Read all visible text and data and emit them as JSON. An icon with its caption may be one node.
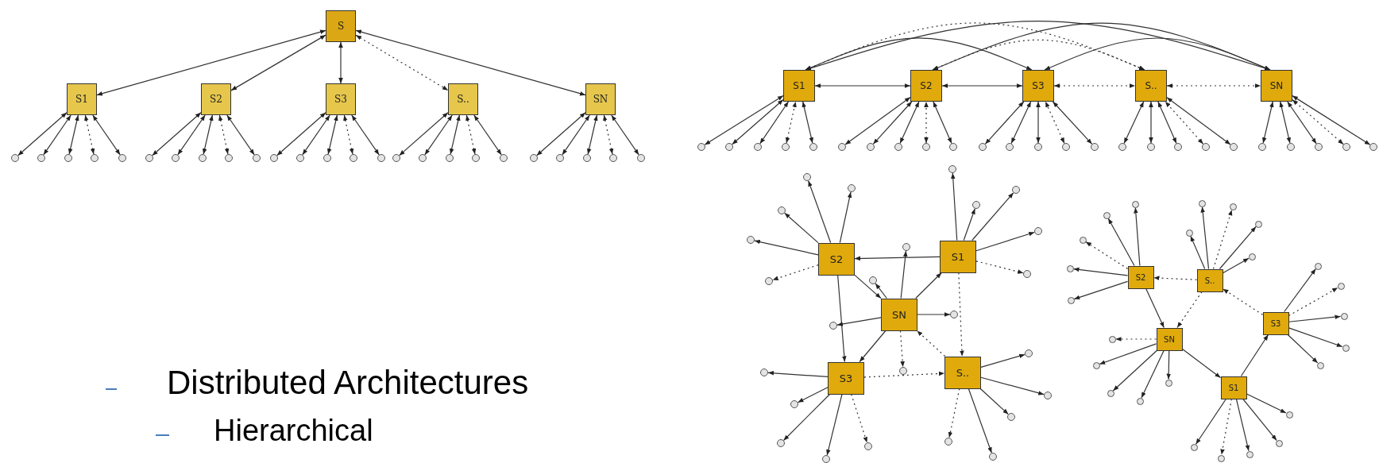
{
  "diagram": {
    "nodes": [
      {
        "text": [
          "S"
        ]
      },
      {
        "text": [
          "S1"
        ]
      },
      {
        "text": [
          "S2"
        ]
      },
      {
        "text": [
          "S3"
        ]
      },
      {
        "text": [
          "S.."
        ]
      },
      {
        "text": [
          "SN"
        ]
      },
      {
        "text": [],
        "shape": "circle"
      },
      {
        "text": [],
        "shape": "circle"
      },
      {
        "text": [],
        "shape": "circle"
      },
      {
        "text": [],
        "shape": "circle"
      },
      {
        "text": [],
        "shape": "circle"
      },
      {
        "text": [],
        "shape": "circle"
      },
      {
        "text": [],
        "shape": "circle"
      },
      {
        "text": [],
        "shape": "circle"
      },
      {
        "text": [],
        "shape": "circle"
      },
      {
        "text": [],
        "shape": "circle"
      },
      {
        "text": [],
        "shape": "circle"
      },
      {
        "text": [],
        "shape": "circle"
      },
      {
        "text": [],
        "shape": "circle"
      },
      {
        "text": [],
        "shape": "circle"
      },
      {
        "text": [],
        "shape": "circle"
      },
      {
        "text": [],
        "shape": "circle"
      },
      {
        "text": [],
        "shape": "circle"
      },
      {
        "text": [],
        "shape": "circle"
      },
      {
        "text": [],
        "shape": "circle"
      },
      {
        "text": [],
        "shape": "circle"
      },
      {
        "text": [],
        "shape": "circle"
      },
      {
        "text": [],
        "shape": "circle"
      },
      {
        "text": [],
        "shape": "circle"
      },
      {
        "text": [],
        "shape": "circle"
      },
      {
        "text": [],
        "shape": "circle"
      },
      {
        "text": [
          "S1"
        ]
      },
      {
        "text": [
          "S2"
        ]
      },
      {
        "text": [
          "S3"
        ]
      },
      {
        "text": [
          "S.."
        ]
      },
      {
        "text": [
          "SN"
        ]
      },
      {
        "text": [],
        "shape": "circle"
      },
      {
        "text": [],
        "shape": "circle"
      },
      {
        "text": [],
        "shape": "circle"
      },
      {
        "text": [],
        "shape": "circle"
      },
      {
        "text": [],
        "shape": "circle"
      },
      {
        "text": [],
        "shape": "circle"
      },
      {
        "text": [],
        "shape": "circle"
      },
      {
        "text": [],
        "shape": "circle"
      },
      {
        "text": [],
        "shape": "circle"
      },
      {
        "text": [],
        "shape": "circle"
      },
      {
        "text": [],
        "shape": "circle"
      },
      {
        "text": [],
        "shape": "circle"
      },
      {
        "text": [],
        "shape": "circle"
      },
      {
        "text": [],
        "shape": "circle"
      },
      {
        "text": [],
        "shape": "circle"
      },
      {
        "text": [],
        "shape": "circle"
      },
      {
        "text": [],
        "shape": "circle"
      },
      {
        "text": [],
        "shape": "circle"
      },
      {
        "text": [],
        "shape": "circle"
      },
      {
        "text": [],
        "shape": "circle"
      },
      {
        "text": [],
        "shape": "circle"
      },
      {
        "text": [],
        "shape": "circle"
      },
      {
        "text": [],
        "shape": "circle"
      },
      {
        "text": [],
        "shape": "circle"
      },
      {
        "text": [],
        "shape": "circle"
      },
      {
        "text": [
          "S2"
        ]
      },
      {
        "text": [
          "S1"
        ]
      },
      {
        "text": [
          "SN"
        ]
      },
      {
        "text": [
          "S3"
        ]
      },
      {
        "text": [
          "S.."
        ]
      },
      {
        "text": [],
        "shape": "circle"
      },
      {
        "text": [],
        "shape": "circle"
      },
      {
        "text": [],
        "shape": "circle"
      },
      {
        "text": [],
        "shape": "circle"
      },
      {
        "text": [],
        "shape": "circle"
      },
      {
        "text": [],
        "shape": "circle"
      },
      {
        "text": [],
        "shape": "circle"
      },
      {
        "text": [],
        "shape": "circle"
      },
      {
        "text": [],
        "shape": "circle"
      },
      {
        "text": [],
        "shape": "circle"
      },
      {
        "text": [],
        "shape": "circle"
      },
      {
        "text": [],
        "shape": "circle"
      },
      {
        "text": [],
        "shape": "circle"
      },
      {
        "text": [],
        "shape": "circle"
      },
      {
        "text": [],
        "shape": "circle"
      },
      {
        "text": [],
        "shape": "circle"
      },
      {
        "text": [],
        "shape": "circle"
      },
      {
        "text": [],
        "shape": "circle"
      },
      {
        "text": [],
        "shape": "circle"
      },
      {
        "text": [],
        "shape": "circle"
      },
      {
        "text": [],
        "shape": "circle"
      },
      {
        "text": [],
        "shape": "circle"
      },
      {
        "text": [],
        "shape": "circle"
      },
      {
        "text": [],
        "shape": "circle"
      },
      {
        "text": [],
        "shape": "circle"
      },
      {
        "text": [
          "S2"
        ]
      },
      {
        "text": [
          "S.."
        ]
      },
      {
        "text": [
          "SN"
        ]
      },
      {
        "text": [
          "S3"
        ]
      },
      {
        "text": [
          "S1"
        ]
      },
      {
        "text": [],
        "shape": "circle"
      },
      {
        "text": [],
        "shape": "circle"
      },
      {
        "text": [],
        "shape": "circle"
      },
      {
        "text": [],
        "shape": "circle"
      },
      {
        "text": [],
        "shape": "circle"
      },
      {
        "text": [],
        "shape": "circle"
      },
      {
        "text": [],
        "shape": "circle"
      },
      {
        "text": [],
        "shape": "circle"
      },
      {
        "text": [],
        "shape": "circle"
      },
      {
        "text": [],
        "shape": "circle"
      },
      {
        "text": [],
        "shape": "circle"
      },
      {
        "text": [],
        "shape": "circle"
      },
      {
        "text": [],
        "shape": "circle"
      },
      {
        "text": [],
        "shape": "circle"
      },
      {
        "text": [],
        "shape": "circle"
      },
      {
        "text": [],
        "shape": "circle"
      },
      {
        "text": [],
        "shape": "circle"
      },
      {
        "text": [],
        "shape": "circle"
      },
      {
        "text": [],
        "shape": "circle"
      },
      {
        "text": [],
        "shape": "circle"
      },
      {
        "text": [],
        "shape": "circle"
      },
      {
        "text": [],
        "shape": "circle"
      },
      {
        "text": [],
        "shape": "circle"
      },
      {
        "text": [],
        "shape": "circle"
      },
      {
        "text": [],
        "shape": "circle"
      }
    ],
    "edges": [
      {
        "from": 0,
        "to": 1,
        "arrow": "both"
      },
      {
        "from": 0,
        "to": 2,
        "arrow": "both"
      },
      {
        "from": 0,
        "to": 3,
        "arrow": "both"
      },
      {
        "from": 0,
        "to": 4,
        "arrow": "both",
        "style": "dashed"
      },
      {
        "from": 0,
        "to": 5,
        "arrow": "both"
      },
      {
        "from": 6,
        "to": 1,
        "arrow": "both"
      },
      {
        "from": 7,
        "to": 1,
        "arrow": "both"
      },
      {
        "from": 8,
        "to": 1,
        "arrow": "both"
      },
      {
        "from": 9,
        "to": 1,
        "arrow": "both",
        "style": "dashed"
      },
      {
        "from": 10,
        "to": 1,
        "arrow": "both"
      },
      {
        "from": 11,
        "to": 2,
        "arrow": "both"
      },
      {
        "from": 12,
        "to": 2,
        "arrow": "both"
      },
      {
        "from": 13,
        "to": 2,
        "arrow": "both"
      },
      {
        "from": 14,
        "to": 2,
        "arrow": "both",
        "style": "dashed"
      },
      {
        "from": 15,
        "to": 2,
        "arrow": "both"
      },
      {
        "from": 16,
        "to": 3,
        "arrow": "both"
      },
      {
        "from": 17,
        "to": 3,
        "arrow": "both"
      },
      {
        "from": 18,
        "to": 3,
        "arrow": "both"
      },
      {
        "from": 19,
        "to": 3,
        "arrow": "both",
        "style": "dashed"
      },
      {
        "from": 20,
        "to": 3,
        "arrow": "both"
      },
      {
        "from": 21,
        "to": 4,
        "arrow": "both"
      },
      {
        "from": 22,
        "to": 4,
        "arrow": "both"
      },
      {
        "from": 23,
        "to": 4,
        "arrow": "both"
      },
      {
        "from": 24,
        "to": 4,
        "arrow": "both",
        "style": "dashed"
      },
      {
        "from": 25,
        "to": 4,
        "arrow": "both"
      },
      {
        "from": 26,
        "to": 5,
        "arrow": "both"
      },
      {
        "from": 27,
        "to": 5,
        "arrow": "both"
      },
      {
        "from": 28,
        "to": 5,
        "arrow": "both"
      },
      {
        "from": 29,
        "to": 5,
        "arrow": "both",
        "style": "dashed"
      },
      {
        "from": 30,
        "to": 5,
        "arrow": "both"
      },
      {
        "from": 31,
        "to": 32,
        "arrow": "both"
      },
      {
        "from": 32,
        "to": 33,
        "arrow": "both"
      },
      {
        "from": 33,
        "to": 34,
        "arrow": "both",
        "style": "dashed"
      },
      {
        "from": 34,
        "to": 35,
        "arrow": "both",
        "style": "dashed"
      },
      {
        "from": 31,
        "to": 33,
        "arrow": "both"
      },
      {
        "from": 31,
        "to": 35,
        "arrow": "both"
      },
      {
        "from": 32,
        "to": 35,
        "arrow": "both"
      },
      {
        "from": 33,
        "to": 35,
        "arrow": "both"
      },
      {
        "from": 31,
        "to": 34,
        "arrow": "both",
        "style": "dashed"
      },
      {
        "from": 32,
        "to": 34,
        "arrow": "both",
        "style": "dashed"
      },
      {
        "from": 36,
        "to": 31,
        "arrow": "both"
      },
      {
        "from": 37,
        "to": 31,
        "arrow": "both"
      },
      {
        "from": 38,
        "to": 31,
        "arrow": "both"
      },
      {
        "from": 39,
        "to": 31,
        "arrow": "both",
        "style": "dashed"
      },
      {
        "from": 40,
        "to": 31,
        "arrow": "both"
      },
      {
        "from": 41,
        "to": 32,
        "arrow": "both"
      },
      {
        "from": 42,
        "to": 32,
        "arrow": "both"
      },
      {
        "from": 43,
        "to": 32,
        "arrow": "both"
      },
      {
        "from": 44,
        "to": 32,
        "arrow": "both",
        "style": "dashed"
      },
      {
        "from": 45,
        "to": 32,
        "arrow": "both"
      },
      {
        "from": 46,
        "to": 33,
        "arrow": "both"
      },
      {
        "from": 47,
        "to": 33,
        "arrow": "both"
      },
      {
        "from": 48,
        "to": 33,
        "arrow": "both"
      },
      {
        "from": 49,
        "to": 33,
        "arrow": "both",
        "style": "dashed"
      },
      {
        "from": 50,
        "to": 33,
        "arrow": "both"
      },
      {
        "from": 51,
        "to": 34,
        "arrow": "both"
      },
      {
        "from": 52,
        "to": 34,
        "arrow": "both"
      },
      {
        "from": 53,
        "to": 34,
        "arrow": "both"
      },
      {
        "from": 54,
        "to": 34,
        "arrow": "both",
        "style": "dashed"
      },
      {
        "from": 55,
        "to": 34,
        "arrow": "both"
      },
      {
        "from": 56,
        "to": 35,
        "arrow": "both"
      },
      {
        "from": 57,
        "to": 35,
        "arrow": "both"
      },
      {
        "from": 58,
        "to": 35,
        "arrow": "both"
      },
      {
        "from": 59,
        "to": 35,
        "arrow": "both",
        "style": "dashed"
      },
      {
        "from": 60,
        "to": 35,
        "arrow": "both"
      },
      {
        "from": 62,
        "to": 61,
        "arrow": "to"
      },
      {
        "from": 61,
        "to": 64,
        "arrow": "to"
      },
      {
        "from": 61,
        "to": 63,
        "arrow": "to"
      },
      {
        "from": 63,
        "to": 62,
        "arrow": "to"
      },
      {
        "from": 63,
        "to": 64,
        "arrow": "to"
      },
      {
        "from": 65,
        "to": 63,
        "arrow": "to",
        "style": "dashed"
      },
      {
        "from": 62,
        "to": 65,
        "arrow": "to",
        "style": "dashed"
      },
      {
        "from": 64,
        "to": 65,
        "arrow": "to",
        "style": "dashed"
      },
      {
        "from": 61,
        "to": 66,
        "arrow": "to"
      },
      {
        "from": 61,
        "to": 67,
        "arrow": "to"
      },
      {
        "from": 61,
        "to": 68,
        "arrow": "to"
      },
      {
        "from": 61,
        "to": 69,
        "arrow": "to"
      },
      {
        "from": 61,
        "to": 70,
        "arrow": "to",
        "style": "dashed"
      },
      {
        "from": 62,
        "to": 71,
        "arrow": "to"
      },
      {
        "from": 62,
        "to": 72,
        "arrow": "to"
      },
      {
        "from": 62,
        "to": 73,
        "arrow": "to"
      },
      {
        "from": 62,
        "to": 74,
        "arrow": "to"
      },
      {
        "from": 62,
        "to": 75,
        "arrow": "to",
        "style": "dashed"
      },
      {
        "from": 63,
        "to": 76,
        "arrow": "to"
      },
      {
        "from": 63,
        "to": 77,
        "arrow": "to"
      },
      {
        "from": 63,
        "to": 78,
        "arrow": "to"
      },
      {
        "from": 63,
        "to": 79,
        "arrow": "to"
      },
      {
        "from": 63,
        "to": 80,
        "arrow": "to",
        "style": "dashed"
      },
      {
        "from": 64,
        "to": 81,
        "arrow": "to"
      },
      {
        "from": 64,
        "to": 82,
        "arrow": "to"
      },
      {
        "from": 64,
        "to": 83,
        "arrow": "to"
      },
      {
        "from": 64,
        "to": 84,
        "arrow": "to"
      },
      {
        "from": 64,
        "to": 85,
        "arrow": "to",
        "style": "dashed"
      },
      {
        "from": 65,
        "to": 86,
        "arrow": "to"
      },
      {
        "from": 65,
        "to": 87,
        "arrow": "to"
      },
      {
        "from": 65,
        "to": 88,
        "arrow": "to"
      },
      {
        "from": 65,
        "to": 89,
        "arrow": "to"
      },
      {
        "from": 65,
        "to": 90,
        "arrow": "to",
        "style": "dashed"
      },
      {
        "from": 91,
        "to": 93,
        "arrow": "to"
      },
      {
        "from": 92,
        "to": 91,
        "arrow": "to",
        "style": "dashed"
      },
      {
        "from": 92,
        "to": 93,
        "arrow": "to",
        "style": "dashed"
      },
      {
        "from": 94,
        "to": 92,
        "arrow": "to",
        "style": "dashed"
      },
      {
        "from": 93,
        "to": 95,
        "arrow": "to"
      },
      {
        "from": 95,
        "to": 94,
        "arrow": "to"
      },
      {
        "from": 91,
        "to": 96,
        "arrow": "to"
      },
      {
        "from": 91,
        "to": 97,
        "arrow": "to"
      },
      {
        "from": 91,
        "to": 98,
        "arrow": "to",
        "style": "dashed"
      },
      {
        "from": 91,
        "to": 99,
        "arrow": "to"
      },
      {
        "from": 91,
        "to": 100,
        "arrow": "to"
      },
      {
        "from": 92,
        "to": 101,
        "arrow": "to"
      },
      {
        "from": 92,
        "to": 102,
        "arrow": "to",
        "style": "dashed"
      },
      {
        "from": 92,
        "to": 103,
        "arrow": "to"
      },
      {
        "from": 92,
        "to": 104,
        "arrow": "to"
      },
      {
        "from": 92,
        "to": 105,
        "arrow": "to"
      },
      {
        "from": 93,
        "to": 106,
        "arrow": "to",
        "style": "dashed"
      },
      {
        "from": 93,
        "to": 107,
        "arrow": "to"
      },
      {
        "from": 93,
        "to": 108,
        "arrow": "to"
      },
      {
        "from": 93,
        "to": 109,
        "arrow": "to"
      },
      {
        "from": 93,
        "to": 110,
        "arrow": "to"
      },
      {
        "from": 94,
        "to": 111,
        "arrow": "to"
      },
      {
        "from": 94,
        "to": 112,
        "arrow": "to",
        "style": "dashed"
      },
      {
        "from": 94,
        "to": 113,
        "arrow": "to"
      },
      {
        "from": 94,
        "to": 114,
        "arrow": "to"
      },
      {
        "from": 94,
        "to": 115,
        "arrow": "to"
      },
      {
        "from": 95,
        "to": 116,
        "arrow": "to"
      },
      {
        "from": 95,
        "to": 117,
        "arrow": "to"
      },
      {
        "from": 95,
        "to": 118,
        "arrow": "to"
      },
      {
        "from": 95,
        "to": 119,
        "arrow": "to",
        "style": "dashed"
      },
      {
        "from": 95,
        "to": 120,
        "arrow": "to"
      }
    ],
    "labels": [
      "Distributed Architectures",
      "Hierarchical"
    ]
  }
}
